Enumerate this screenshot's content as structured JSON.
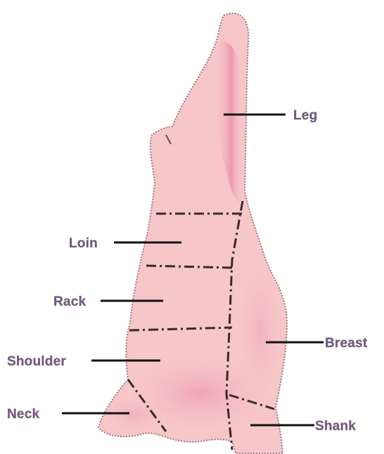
{
  "labels": {
    "leg": "Leg",
    "loin": "Loin",
    "rack": "Rack",
    "shoulder": "Shoulder",
    "neck": "Neck",
    "breast": "Breast",
    "shank": "Shank"
  },
  "colors": {
    "meat_light": "#f6c6c8",
    "meat_dark": "#ee9fb0",
    "outline": "#9a7a78",
    "cut_line": "#3a2a2a",
    "label_text": "#6b5a8a",
    "leader": "#111111"
  }
}
